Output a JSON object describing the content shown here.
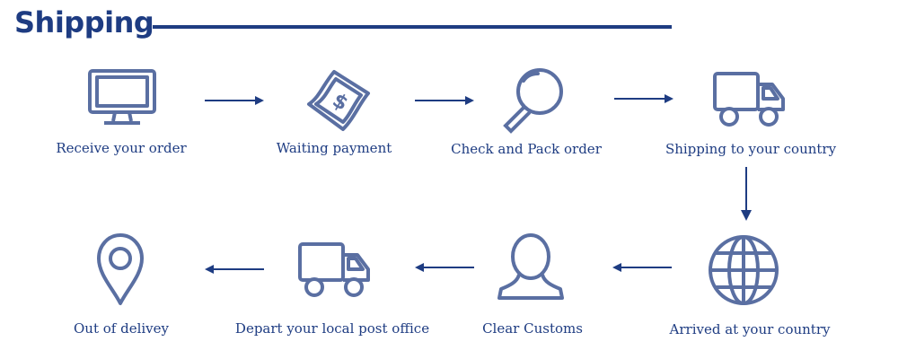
{
  "header": {
    "title": "Shipping"
  },
  "colors": {
    "primary": "#1e3c82",
    "icon_stroke": "#5a6fa2"
  },
  "steps": [
    {
      "label": "Receive your order",
      "icon": "monitor-icon"
    },
    {
      "label": "Waiting payment",
      "icon": "banknote-icon"
    },
    {
      "label": "Check and Pack order",
      "icon": "magnifier-icon"
    },
    {
      "label": "Shipping to your country",
      "icon": "truck-icon"
    },
    {
      "label": "Arrived at your country",
      "icon": "globe-icon"
    },
    {
      "label": "Clear Customs",
      "icon": "person-icon"
    },
    {
      "label": "Depart your local post office",
      "icon": "truck-icon"
    },
    {
      "label": "Out of delivey",
      "icon": "location-pin-icon"
    }
  ]
}
